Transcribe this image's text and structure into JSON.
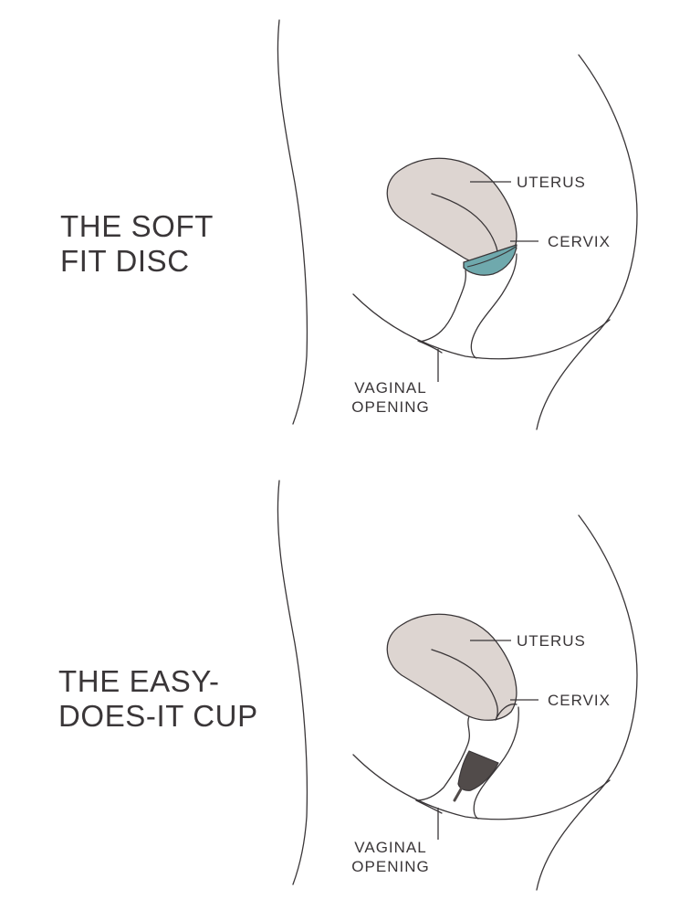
{
  "panels": [
    {
      "title_lines": [
        "THE SOFT",
        "FIT DISC"
      ],
      "device": "disc",
      "labels": {
        "uterus": "UTERUS",
        "cervix": "CERVIX",
        "vaginal_opening": [
          "VAGINAL",
          "OPENING"
        ]
      }
    },
    {
      "title_lines": [
        "THE EASY-",
        "DOES-IT CUP"
      ],
      "device": "cup",
      "labels": {
        "uterus": "UTERUS",
        "cervix": "CERVIX",
        "vaginal_opening": [
          "VAGINAL",
          "OPENING"
        ]
      }
    }
  ],
  "colors": {
    "outline": "#3a3638",
    "uterus_fill": "#ddd5d1",
    "disc_fill": "#6fa9ad",
    "cup_fill": "#514b4a"
  }
}
